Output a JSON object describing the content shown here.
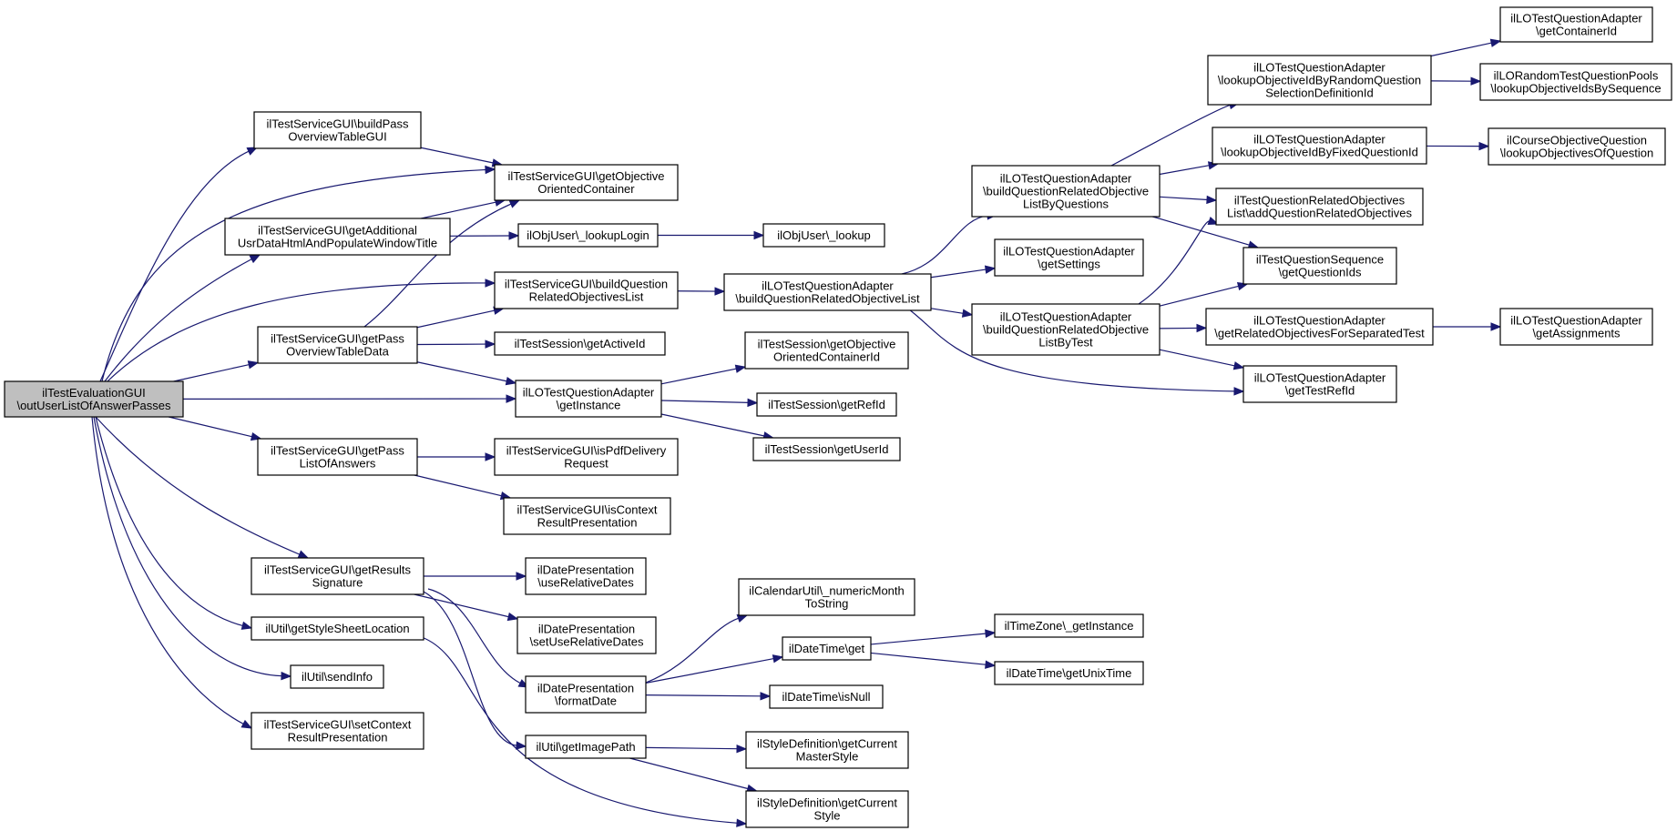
{
  "nodes": [
    {
      "id": "root",
      "lines": [
        "ilTestEvaluationGUI",
        "\\outUserListOfAnswerPasses"
      ]
    },
    {
      "id": "n_bpotg",
      "lines": [
        "ilTestServiceGUI\\buildPass",
        "OverviewTableGUI"
      ]
    },
    {
      "id": "n_gooc",
      "lines": [
        "ilTestServiceGUI\\getObjective",
        "OrientedContainer"
      ]
    },
    {
      "id": "n_gaud",
      "lines": [
        "ilTestServiceGUI\\getAdditional",
        "UsrDataHtmlAndPopulateWindowTitle"
      ]
    },
    {
      "id": "n_lookuplogin",
      "lines": [
        "ilObjUser\\_lookupLogin"
      ]
    },
    {
      "id": "n_lookup",
      "lines": [
        "ilObjUser\\_lookup"
      ]
    },
    {
      "id": "n_bqrol",
      "lines": [
        "ilTestServiceGUI\\buildQuestion",
        "RelatedObjectivesList"
      ]
    },
    {
      "id": "n_gpotd",
      "lines": [
        "ilTestServiceGUI\\getPass",
        "OverviewTableData"
      ]
    },
    {
      "id": "n_gactiveid",
      "lines": [
        "ilTestSession\\getActiveId"
      ]
    },
    {
      "id": "n_getinstance",
      "lines": [
        "ilLOTestQuestionAdapter",
        "\\getInstance"
      ]
    },
    {
      "id": "n_gpla",
      "lines": [
        "ilTestServiceGUI\\getPass",
        "ListOfAnswers"
      ]
    },
    {
      "id": "n_ispdf",
      "lines": [
        "ilTestServiceGUI\\isPdfDelivery",
        "Request"
      ]
    },
    {
      "id": "n_iscrp",
      "lines": [
        "ilTestServiceGUI\\isContext",
        "ResultPresentation"
      ]
    },
    {
      "id": "n_grs",
      "lines": [
        "ilTestServiceGUI\\getResults",
        "Signature"
      ]
    },
    {
      "id": "n_gssl",
      "lines": [
        "ilUtil\\getStyleSheetLocation"
      ]
    },
    {
      "id": "n_sendinfo",
      "lines": [
        "ilUtil\\sendInfo"
      ]
    },
    {
      "id": "n_scrp",
      "lines": [
        "ilTestServiceGUI\\setContext",
        "ResultPresentation"
      ]
    },
    {
      "id": "n_adapter_bqrol",
      "lines": [
        "ilLOTestQuestionAdapter",
        "\\buildQuestionRelatedObjectiveList"
      ]
    },
    {
      "id": "n_goocid",
      "lines": [
        "ilTestSession\\getObjective",
        "OrientedContainerId"
      ]
    },
    {
      "id": "n_grefid",
      "lines": [
        "ilTestSession\\getRefId"
      ]
    },
    {
      "id": "n_guserid",
      "lines": [
        "ilTestSession\\getUserId"
      ]
    },
    {
      "id": "n_urd",
      "lines": [
        "ilDatePresentation",
        "\\useRelativeDates"
      ]
    },
    {
      "id": "n_surd",
      "lines": [
        "ilDatePresentation",
        "\\setUseRelativeDates"
      ]
    },
    {
      "id": "n_formatdate",
      "lines": [
        "ilDatePresentation",
        "\\formatDate"
      ]
    },
    {
      "id": "n_getimagepath",
      "lines": [
        "ilUtil\\getImagePath"
      ]
    },
    {
      "id": "n_numericmonth",
      "lines": [
        "ilCalendarUtil\\_numericMonth",
        "ToString"
      ]
    },
    {
      "id": "n_dtget",
      "lines": [
        "ilDateTime\\get"
      ]
    },
    {
      "id": "n_isnull",
      "lines": [
        "ilDateTime\\isNull"
      ]
    },
    {
      "id": "n_gcms",
      "lines": [
        "ilStyleDefinition\\getCurrent",
        "MasterStyle"
      ]
    },
    {
      "id": "n_gcs",
      "lines": [
        "ilStyleDefinition\\getCurrent",
        "Style"
      ]
    },
    {
      "id": "n_tzgi",
      "lines": [
        "ilTimeZone\\_getInstance"
      ]
    },
    {
      "id": "n_gunixtime",
      "lines": [
        "ilDateTime\\getUnixTime"
      ]
    },
    {
      "id": "n_bqrolbq",
      "lines": [
        "ilLOTestQuestionAdapter",
        "\\buildQuestionRelatedObjective",
        "ListByQuestions"
      ]
    },
    {
      "id": "n_getsettings",
      "lines": [
        "ilLOTestQuestionAdapter",
        "\\getSettings"
      ]
    },
    {
      "id": "n_bqrolbt",
      "lines": [
        "ilLOTestQuestionAdapter",
        "\\buildQuestionRelatedObjective",
        "ListByTest"
      ]
    },
    {
      "id": "n_loibrq",
      "lines": [
        "ilLOTestQuestionAdapter",
        "\\lookupObjectiveIdByRandomQuestion",
        "SelectionDefinitionId"
      ]
    },
    {
      "id": "n_loibfq",
      "lines": [
        "ilLOTestQuestionAdapter",
        "\\lookupObjectiveIdByFixedQuestionId"
      ]
    },
    {
      "id": "n_aqro",
      "lines": [
        "ilTestQuestionRelatedObjectives",
        "List\\addQuestionRelatedObjectives"
      ]
    },
    {
      "id": "n_gqids",
      "lines": [
        "ilTestQuestionSequence",
        "\\getQuestionIds"
      ]
    },
    {
      "id": "n_groFST",
      "lines": [
        "ilLOTestQuestionAdapter",
        "\\getRelatedObjectivesForSeparatedTest"
      ]
    },
    {
      "id": "n_gtestrefid",
      "lines": [
        "ilLOTestQuestionAdapter",
        "\\getTestRefId"
      ]
    },
    {
      "id": "n_gcontainerid",
      "lines": [
        "ilLOTestQuestionAdapter",
        "\\getContainerId"
      ]
    },
    {
      "id": "n_loibs",
      "lines": [
        "ilLORandomTestQuestionPools",
        "\\lookupObjectiveIdsBySequence"
      ]
    },
    {
      "id": "n_looq",
      "lines": [
        "ilCourseObjectiveQuestion",
        "\\lookupObjectivesOfQuestion"
      ]
    },
    {
      "id": "n_gassign",
      "lines": [
        "ilLOTestQuestionAdapter",
        "\\getAssignments"
      ]
    }
  ],
  "edges": [
    [
      "root",
      "n_bpotg"
    ],
    [
      "root",
      "n_gooc"
    ],
    [
      "root",
      "n_gaud"
    ],
    [
      "root",
      "n_bqrol"
    ],
    [
      "root",
      "n_gpotd"
    ],
    [
      "root",
      "n_getinstance"
    ],
    [
      "root",
      "n_gpla"
    ],
    [
      "root",
      "n_grs"
    ],
    [
      "root",
      "n_gssl"
    ],
    [
      "root",
      "n_sendinfo"
    ],
    [
      "root",
      "n_scrp"
    ],
    [
      "n_bpotg",
      "n_gooc"
    ],
    [
      "n_gaud",
      "n_gooc"
    ],
    [
      "n_gaud",
      "n_lookuplogin"
    ],
    [
      "n_lookuplogin",
      "n_lookup"
    ],
    [
      "n_bqrol",
      "n_adapter_bqrol"
    ],
    [
      "n_gpotd",
      "n_gooc"
    ],
    [
      "n_gpotd",
      "n_bqrol"
    ],
    [
      "n_gpotd",
      "n_gactiveid"
    ],
    [
      "n_gpotd",
      "n_getinstance"
    ],
    [
      "n_getinstance",
      "n_goocid"
    ],
    [
      "n_getinstance",
      "n_grefid"
    ],
    [
      "n_getinstance",
      "n_guserid"
    ],
    [
      "n_gpla",
      "n_ispdf"
    ],
    [
      "n_gpla",
      "n_iscrp"
    ],
    [
      "n_grs",
      "n_urd"
    ],
    [
      "n_grs",
      "n_surd"
    ],
    [
      "n_grs",
      "n_formatdate"
    ],
    [
      "n_grs",
      "n_getimagepath"
    ],
    [
      "n_gssl",
      "n_gcs"
    ],
    [
      "n_formatdate",
      "n_numericmonth"
    ],
    [
      "n_formatdate",
      "n_dtget"
    ],
    [
      "n_formatdate",
      "n_isnull"
    ],
    [
      "n_dtget",
      "n_tzgi"
    ],
    [
      "n_dtget",
      "n_gunixtime"
    ],
    [
      "n_getimagepath",
      "n_gcms"
    ],
    [
      "n_getimagepath",
      "n_gcs"
    ],
    [
      "n_adapter_bqrol",
      "n_bqrolbq"
    ],
    [
      "n_adapter_bqrol",
      "n_getsettings"
    ],
    [
      "n_adapter_bqrol",
      "n_bqrolbt"
    ],
    [
      "n_adapter_bqrol",
      "n_gtestrefid"
    ],
    [
      "n_bqrolbq",
      "n_loibrq"
    ],
    [
      "n_bqrolbq",
      "n_loibfq"
    ],
    [
      "n_bqrolbq",
      "n_aqro"
    ],
    [
      "n_bqrolbq",
      "n_gqids"
    ],
    [
      "n_bqrolbt",
      "n_aqro"
    ],
    [
      "n_bqrolbt",
      "n_gqids"
    ],
    [
      "n_bqrolbt",
      "n_groFST"
    ],
    [
      "n_bqrolbt",
      "n_gtestrefid"
    ],
    [
      "n_loibrq",
      "n_gcontainerid"
    ],
    [
      "n_loibrq",
      "n_loibs"
    ],
    [
      "n_loibfq",
      "n_looq"
    ],
    [
      "n_groFST",
      "n_gassign"
    ]
  ],
  "colors": {
    "edge": "#191970",
    "root_fill": "#bfbfbf",
    "node_fill": "#ffffff",
    "node_stroke": "#000000"
  }
}
